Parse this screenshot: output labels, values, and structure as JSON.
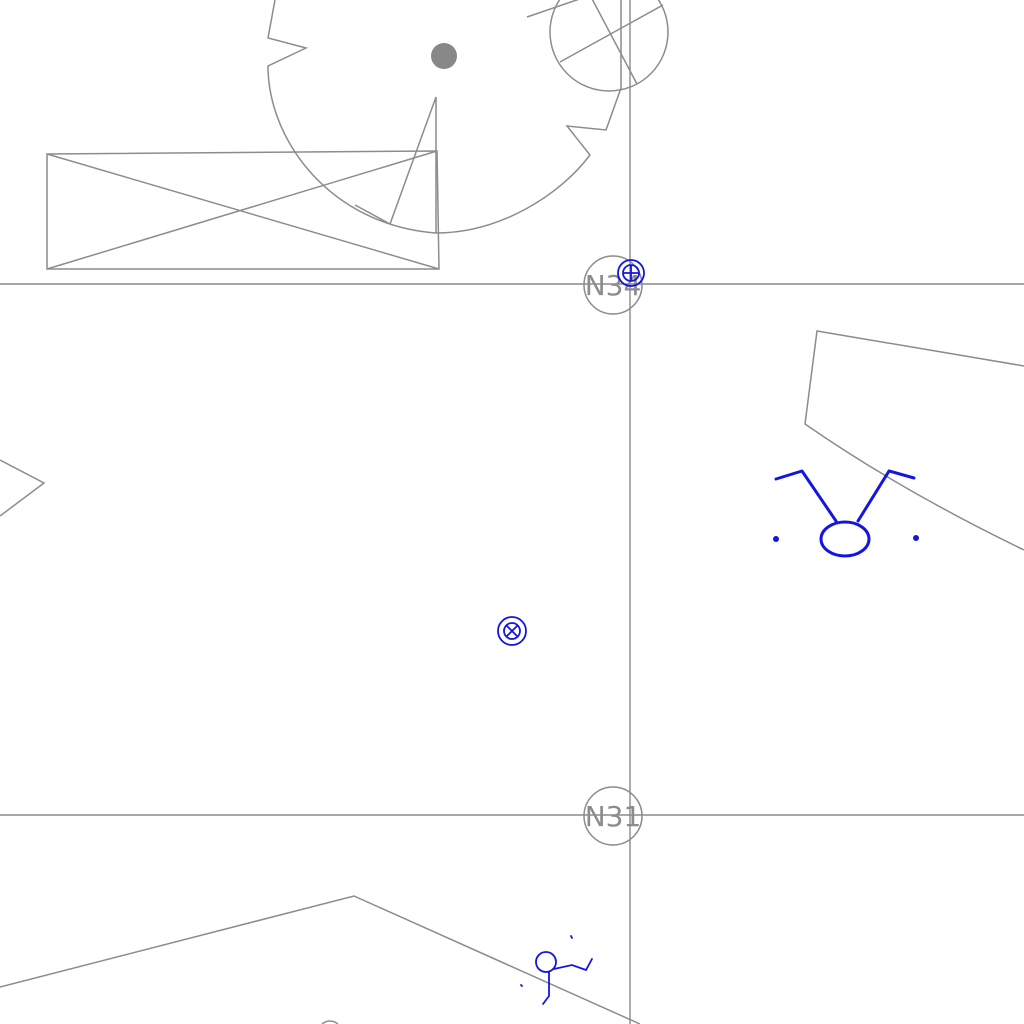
{
  "map": {
    "background": "#ffffff",
    "line_color": "#8c8c8c",
    "symbol_color": "#1515e0",
    "grid_labels": [
      {
        "id": "upper",
        "text": "N34"
      },
      {
        "id": "lower",
        "text": "N31"
      }
    ],
    "symbols": [
      {
        "id": "target-upper",
        "icon": "circled-plus-icon"
      },
      {
        "id": "target-center",
        "icon": "circled-times-icon"
      },
      {
        "id": "figure-horned",
        "icon": "horned-figure-icon"
      },
      {
        "id": "figure-running",
        "icon": "running-figure-icon"
      }
    ]
  }
}
